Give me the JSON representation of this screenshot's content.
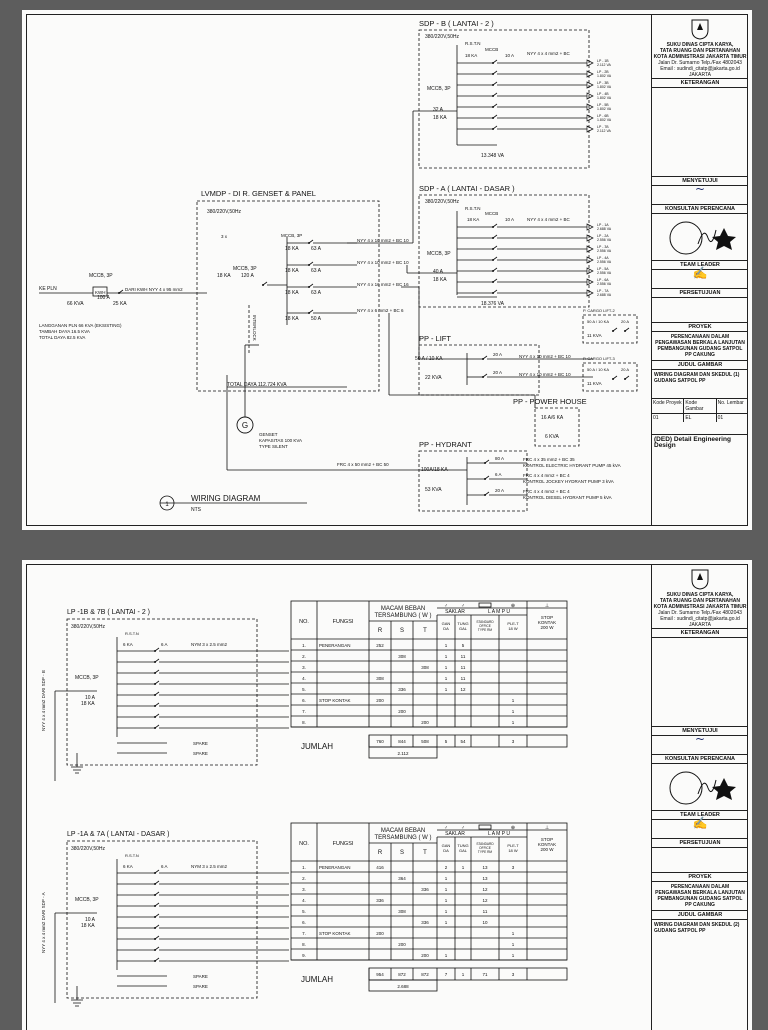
{
  "titleblock": {
    "agency_lines": [
      "SUKU DINAS CIPTA KARYA,",
      "TATA RUANG DAN PERTANAHAN",
      "KOTA ADMINISTRASI JAKARTA TIMUR"
    ],
    "address": "Jalan Dr. Sumarno Telp./Fax 4802043",
    "email": "Email : sudindi_citatp@jakarta.go.id",
    "city": "JAKARTA",
    "keterangan": "KETERANGAN",
    "menyetujui": "MENYETUJUI",
    "konsultan": "KONSULTAN PERENCANA",
    "team_leader": "TEAM LEADER",
    "persetujuan": "PERSETUJUAN",
    "proyek": "PROYEK",
    "project_title": "PERENCANAAN DALAM PENGAWASAN BERKALA LANJUTAN PEMBANGUNAN GUDANG SATPOL PP CAKUNG",
    "judul_gambar": "JUDUL GAMBAR",
    "drawing_title_1": "WIRING DIAGRAM DAN SKEDUL (1) GUDANG SATPOL PP",
    "drawing_title_2": "WIRING DIAGRAM DAN SKEDUL (2) GUDANG SATPOL PP",
    "kode_proyek": "Kode Proyek",
    "kode_gambar": "Kode Gambar",
    "no_lembar": "No. Lembar",
    "code_values": [
      "01",
      "EL",
      "01"
    ],
    "ded": "(DED)  Detail Engineering Design"
  },
  "sheet1": {
    "lvmdp_title": "LVMDP - DI R. GENSET & PANEL",
    "lvmdp_rating": "380/220V,50Hz",
    "main_mccb": "MCCB, 3P",
    "main_mccb_a": "120 A",
    "main_mccb_ka": "18 KA",
    "ke_pln": "KE PLN",
    "kwh": "KWH",
    "incoming_cable": "DARI KWH NYY 4 x 95 mm2",
    "pln_mccb": "MCCB, 3P",
    "pln_mccb_a": "100 A",
    "pln_mccb_ka": "25 KA",
    "pln_kva": "66 KVA",
    "langganan": [
      "LANGGANAN PLN 66 KVA (EKSISTING)",
      "TAMBAH DAYA 16.5 KVA",
      "TOTAL DAYA 82.5 KVA"
    ],
    "outgoing": [
      {
        "ka": "18 KA",
        "a": "63 A",
        "cable": "NYY 4 x 10 mm2 + BC 10"
      },
      {
        "ka": "18 KA",
        "a": "63 A",
        "cable": "NYY 4 x 10 mm2 + BC 10"
      },
      {
        "ka": "18 KA",
        "a": "63 A",
        "cable": "NYY 4 x 16 mm2 + BC 16"
      },
      {
        "ka": "18 KA",
        "a": "50 A",
        "cable": "NYY 4 x 6 mm2 + BC 6"
      }
    ],
    "interlock": "INTERLOCK",
    "total_daya": "TOTAL DAYA  112.724 KVA",
    "genset": [
      "GENSET",
      "KAPASITAS 100 KVA",
      "TYPE SILENT"
    ],
    "genset_symbol": "G",
    "hydrant_cable": "FRC 4 x 50 mm2 + BC 50",
    "sdpb_title": "SDP - B ( LANTAI - 2 )",
    "sdpb_rating": "380/220V,50Hz",
    "rstn": "R.S.T.N",
    "sdpb_main": [
      "MCCB, 3P",
      "32 A",
      "18 KA"
    ],
    "sdpb_branch": [
      "18 KA",
      "10 A"
    ],
    "sdpb_cable": "NYY 4 x 4 mm2 + BC",
    "sdpb_loads": [
      "LP - 1B\n2.112 VA",
      "LP - 2B\n1.802 VA",
      "LP - 3B\n1.802 VA",
      "LP - 4B\n1.802 VA",
      "LP - 5B\n1.802 VA",
      "LP - 6B\n1.802 VA",
      "LP - 7B\n2.112 VA"
    ],
    "sdpb_total": "13.348 VA",
    "sdpa_title": "SDP - A ( LANTAI - DASAR )",
    "sdpa_rating": "380/220V,50Hz",
    "sdpa_main": [
      "MCCB, 3P",
      "40 A",
      "18 KA"
    ],
    "sdpa_branch": [
      "18 KA",
      "10 A"
    ],
    "sdpa_cable": "NYY 4 x 4 mm2 + BC",
    "sdpa_loads": [
      "LP - 1A\n2.688 VA",
      "LP - 2A\n2.556 VA",
      "LP - 3A\n2.556 VA",
      "LP - 4A\n2.556 VA",
      "LP - 5A\n2.556 VA",
      "LP - 6A\n2.556 VA",
      "LP - 7A\n2.688 VA"
    ],
    "sdpa_total": "18.376 VA",
    "pplift_title": "PP -  LIFT",
    "pplift_main": [
      "50 A",
      "10 KA",
      "22 KVA"
    ],
    "pplift_branches": [
      {
        "a": "20 A",
        "cable": "NYY 4 x 10 mm2 + BC 10",
        "dest": "P. CARGO LIFT-2",
        "ka": "11 KVA"
      },
      {
        "a": "20 A",
        "cable": "NYY 4 x 10 mm2 + BC 10",
        "dest": "P. CARGO LIFT-3",
        "ka": "11 KVA"
      }
    ],
    "cargo_box": [
      "50 A / 10 KA",
      "20 A"
    ],
    "pph_title": "PP - POWER HOUSE",
    "pph_values": [
      "16 A/6 KA",
      "6 KVA"
    ],
    "pphyd_title": "PP - HYDRANT",
    "pphyd_main": [
      "100A/18 KA",
      "53 KVA"
    ],
    "pphyd_branches": [
      {
        "a": "80 A",
        "cable": "FRC 4 x 35 mm2 + BC 35",
        "load": "KONTROL ELECTRIC HYDRANT PUMP 45 kVA"
      },
      {
        "a": "6 A",
        "cable": "FRC 4 x 4 mm2 + BC 4",
        "load": "KONTROL JOCKEY HYDRANT PUMP 3 kVA"
      },
      {
        "a": "20 A",
        "cable": "FRC 4 x 4 mm2 + BC 4",
        "load": "KONTROL DIESEL HYDRANT PUMP 5 kVA"
      }
    ],
    "wd_number": "1",
    "wd_title": "WIRING DIAGRAM",
    "wd_scale": "NTS"
  },
  "sheet2": {
    "panels": [
      {
        "title": "LP -1B & 7B ( LANTAI - 2 )",
        "rating": "380/220V,50Hz",
        "rstn": "R.S.T.N",
        "main": [
          "MCCB, 3P",
          "10 A",
          "18 KA"
        ],
        "branch": [
          "6 KA",
          "6 A"
        ],
        "cable": "NYM 3 x 2.5 mm2",
        "feeder": "NYY 4 x 4 mm2 DARI SDP - B",
        "spare": [
          "SPARE",
          "SPARE"
        ],
        "rows": [
          [
            "1.",
            "PENERANGAN",
            "252",
            "",
            "",
            "1",
            "5",
            "",
            ""
          ],
          [
            "2.",
            "",
            "",
            "308",
            "",
            "1",
            "11",
            "",
            ""
          ],
          [
            "3.",
            "",
            "",
            "",
            "308",
            "1",
            "11",
            "",
            ""
          ],
          [
            "4.",
            "",
            "308",
            "",
            "",
            "1",
            "11",
            "",
            ""
          ],
          [
            "5.",
            "",
            "",
            "336",
            "",
            "1",
            "12",
            "",
            ""
          ],
          [
            "6.",
            "STOP KONTAK",
            "200",
            "",
            "",
            "",
            "",
            "",
            "1"
          ],
          [
            "7.",
            "",
            "",
            "200",
            "",
            "",
            "",
            "",
            "1"
          ],
          [
            "8.",
            "",
            "",
            "",
            "200",
            "",
            "",
            "",
            "1"
          ]
        ],
        "jumlah": "JUMLAH",
        "totals": [
          "760",
          "844",
          "508",
          "5",
          "54",
          "",
          "3"
        ],
        "grand_total": "2.112"
      },
      {
        "title": "LP -1A & 7A ( LANTAI - DASAR )",
        "rating": "380/220V,50Hz",
        "rstn": "R.S.T.N",
        "main": [
          "MCCB, 3P",
          "10 A",
          "18 KA"
        ],
        "branch": [
          "6 KA",
          "6 A"
        ],
        "cable": "NYM 3 x 2.5 mm2",
        "feeder": "NYY 4 x 4 mm2 DARI SDP - A",
        "spare": [
          "SPARE",
          "SPARE"
        ],
        "rows": [
          [
            "1.",
            "PENERANGAN",
            "416",
            "",
            "",
            "2",
            "1",
            "13",
            "3"
          ],
          [
            "2.",
            "",
            "",
            "364",
            "",
            "1",
            "",
            "13",
            ""
          ],
          [
            "3.",
            "",
            "",
            "",
            "336",
            "1",
            "",
            "12",
            ""
          ],
          [
            "4.",
            "",
            "336",
            "",
            "",
            "1",
            "",
            "12",
            ""
          ],
          [
            "5.",
            "",
            "",
            "308",
            "",
            "1",
            "",
            "11",
            ""
          ],
          [
            "6.",
            "",
            "",
            "",
            "336",
            "1",
            "",
            "10",
            ""
          ],
          [
            "7.",
            "STOP KONTAK",
            "200",
            "",
            "",
            "",
            "",
            "",
            "1"
          ],
          [
            "8.",
            "",
            "",
            "200",
            "",
            "",
            "",
            "",
            "1"
          ],
          [
            "9.",
            "",
            "",
            "",
            "200",
            "1",
            "",
            "",
            "1"
          ]
        ],
        "jumlah": "JUMLAH",
        "totals": [
          "954",
          "872",
          "872",
          "7",
          "1",
          "71",
          "3"
        ],
        "grand_total": "2.688"
      }
    ],
    "headers": {
      "no": "NO.",
      "fungsi": "FUNGSI",
      "macam_beban": "MACAM BEBAN TERSAMBUNG ( W )",
      "r": "R",
      "s": "S",
      "t": "T",
      "saklar": "SAKLAR",
      "lampu": "L A M P U",
      "ganda": "GAN DA",
      "tunggal": "TUNG GAL",
      "standard": "STANDARD OFFICE TYPE RM 2 X 1 x 28 W",
      "plet": "PLE-T 18 W",
      "stop_kontak": "STOP KONTAK 200 W"
    }
  }
}
